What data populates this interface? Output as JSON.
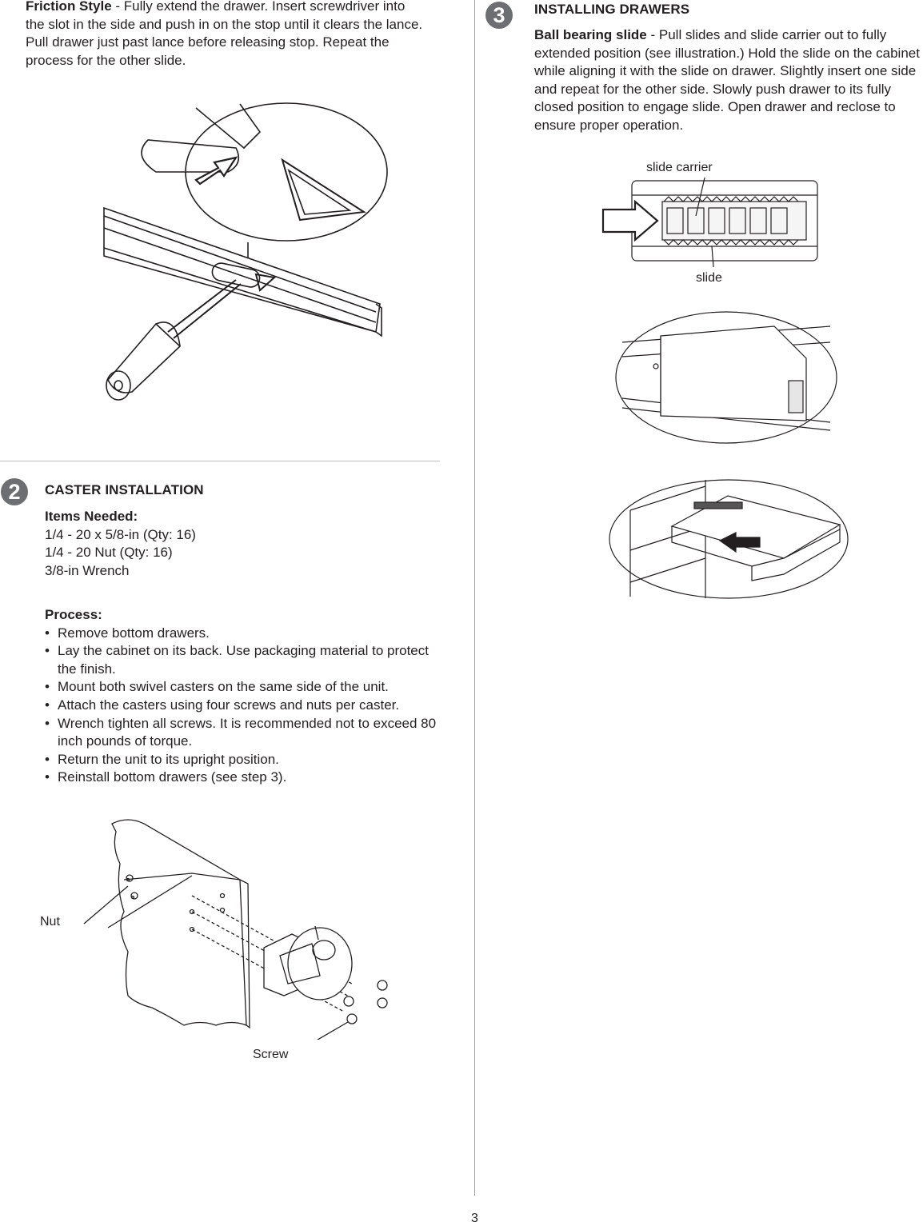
{
  "left": {
    "friction": {
      "lead": "Friction Style",
      "text": " - Fully extend the drawer. Insert screwdriver into the slot in the side and push in on the stop until it clears the lance. Pull drawer just past lance before releasing stop. Repeat the process for the other slide."
    },
    "step2": {
      "number": "2",
      "heading": "CASTER INSTALLATION",
      "items_heading": "Items Needed:",
      "items": [
        "1/4 - 20 x 5/8-in (Qty: 16)",
        "1/4 - 20 Nut (Qty: 16)",
        "3/8-in Wrench"
      ],
      "process_heading": "Process:",
      "process": [
        "Remove bottom drawers.",
        "Lay the cabinet on its back. Use packaging material to protect the finish.",
        "Mount both swivel casters on the same side of the unit.",
        "Attach the casters using four screws and nuts per caster.",
        "Wrench tighten all screws. It is recommended not to exceed 80 inch pounds of torque.",
        "Return the unit to its upright position.",
        "Reinstall bottom drawers (see step 3)."
      ],
      "caster_labels": {
        "nut": "Nut",
        "screw": "Screw"
      }
    }
  },
  "right": {
    "step3": {
      "number": "3",
      "heading": "INSTALLING DRAWERS",
      "lead": "Ball bearing slide",
      "text": " - Pull slides and slide carrier out to fully extended position (see illustration.) Hold the slide on the cabinet while aligning it with the slide on drawer. Slightly insert one side and repeat for the other side. Slowly push drawer to its fully closed position to engage slide. Open drawer and reclose to ensure proper operation.",
      "labels": {
        "carrier": "slide carrier",
        "slide": "slide"
      }
    }
  },
  "footer": {
    "page_number": "3"
  }
}
